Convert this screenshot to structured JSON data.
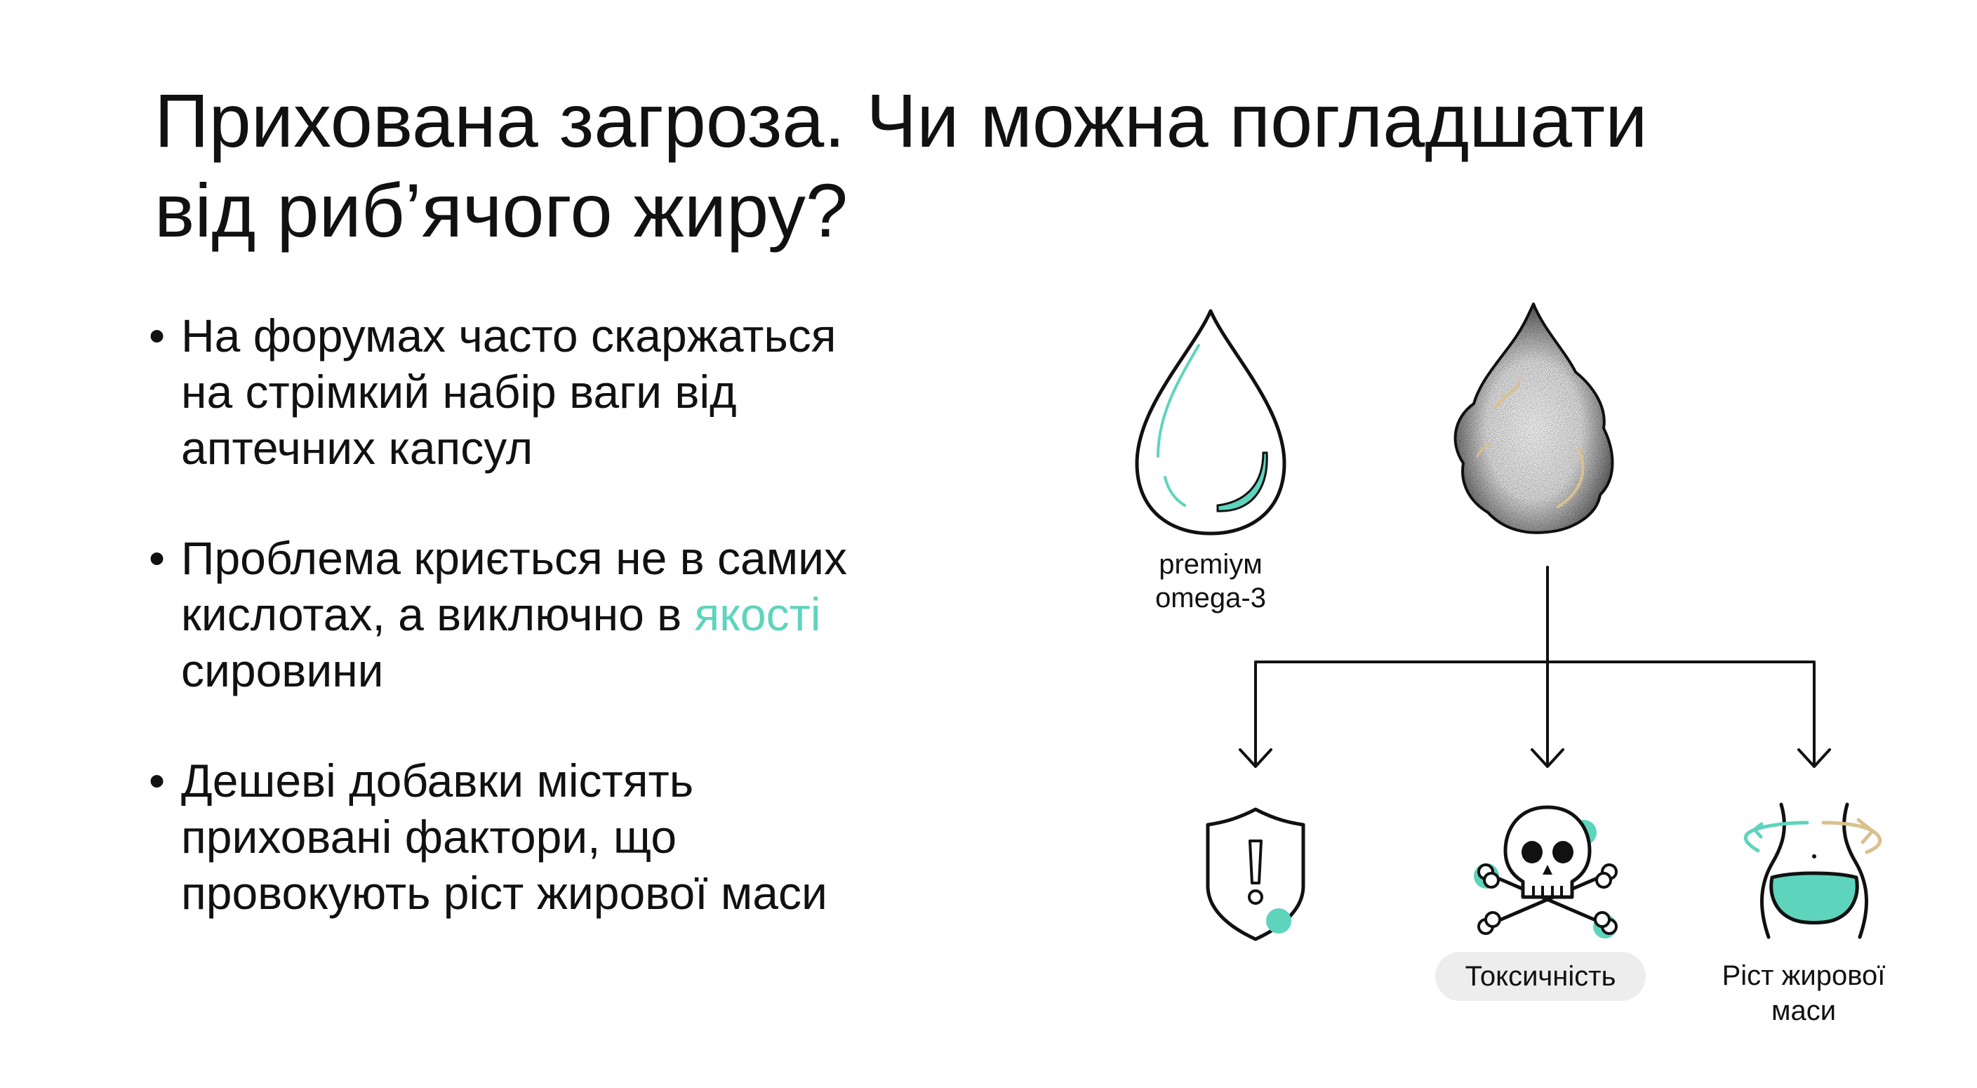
{
  "slide": {
    "title_lines": [
      "Прихована загроза. Чи можна погладшати",
      "від риб’ячого жиру?"
    ],
    "bullet_symbol": "•",
    "bullets": [
      {
        "lines": [
          "На форумах часто скаржаться",
          "на стрімкий набір ваги від",
          "аптечних капсул"
        ]
      },
      {
        "line1": "Проблема криється не в самих",
        "line2_prefix": "кислотах, а виключно в ",
        "line2_highlight": "якості",
        "line3": "сировини"
      },
      {
        "lines": [
          "Дешеві добавки містять",
          "приховані фактори, що",
          "провокують ріст жирової маси"
        ]
      }
    ],
    "diagram": {
      "premium_label_lines": [
        "premiyм",
        "omega-3"
      ],
      "toxicity_label": "Токсичність",
      "fat_growth_label_lines": [
        "Ріст жирової",
        "маси"
      ]
    },
    "colors": {
      "accent": "#5ed4bd",
      "secondary_accent": "#d9c08e",
      "text": "#111111",
      "pill_background": "#ededed"
    },
    "icons": [
      "clean-oil-drop-icon",
      "contaminated-oil-drop-icon",
      "warning-shield-icon",
      "skull-crossbones-icon",
      "waist-fat-icon",
      "arrow-down-icon"
    ]
  }
}
